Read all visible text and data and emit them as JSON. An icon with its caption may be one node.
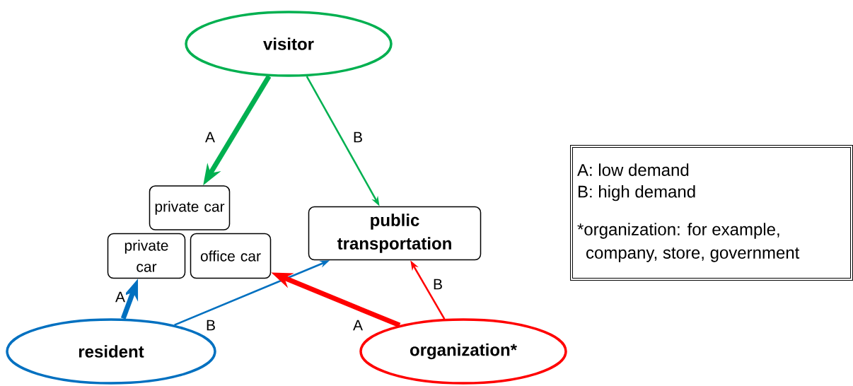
{
  "diagram": {
    "nodes": [
      {
        "text": [
          "visitor"
        ]
      },
      {
        "text": [
          "private car"
        ]
      },
      {
        "text": [
          "private car"
        ]
      },
      {
        "text": [
          "office car"
        ]
      },
      {
        "text": [
          "public transportation"
        ]
      },
      {
        "text": [
          "resident"
        ]
      },
      {
        "text": [
          "organization*"
        ]
      },
      {
        "text": [
          "A: low demand",
          "B: high demand",
          "*organization: for example, company, store, government"
        ]
      }
    ],
    "edges": [
      {
        "from": 0,
        "to": 1,
        "arrow": "to",
        "label": "A",
        "style": "thick",
        "color": "#00b050"
      },
      {
        "from": 0,
        "to": 4,
        "arrow": "to",
        "label": "B",
        "color": "#00b050"
      },
      {
        "from": 5,
        "to": 2,
        "arrow": "to",
        "label": "A",
        "style": "thick",
        "color": "#0070c0"
      },
      {
        "from": 5,
        "to": 4,
        "arrow": "to",
        "label": "B",
        "color": "#0070c0"
      },
      {
        "from": 6,
        "to": 3,
        "arrow": "to",
        "label": "A",
        "style": "thick",
        "color": "#ff0000"
      },
      {
        "from": 6,
        "to": 4,
        "arrow": "to",
        "label": "B",
        "color": "#ff0000"
      }
    ]
  }
}
